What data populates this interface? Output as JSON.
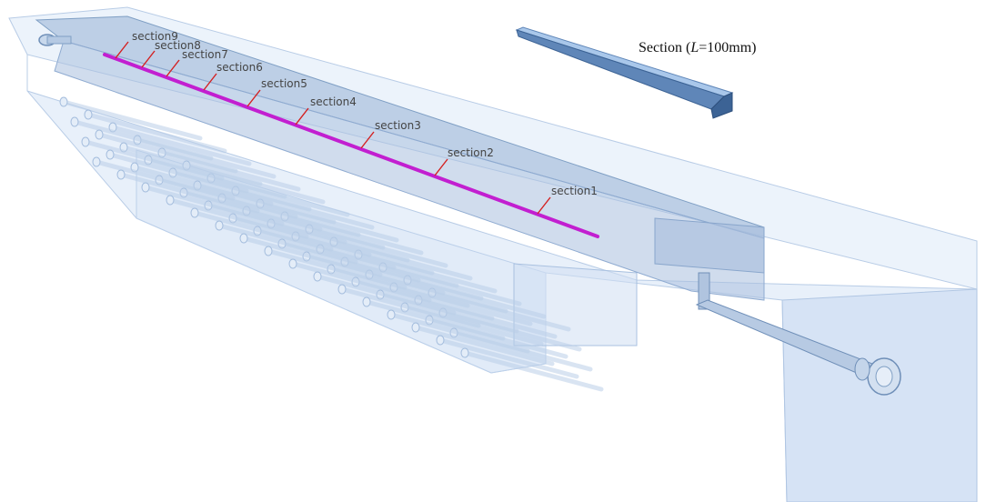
{
  "legend": {
    "prefix": "Section (",
    "variable": "L",
    "suffix": "=100mm)"
  },
  "sections": [
    {
      "label": "section9"
    },
    {
      "label": "section8"
    },
    {
      "label": "section7"
    },
    {
      "label": "section6"
    },
    {
      "label": "section5"
    },
    {
      "label": "section4"
    },
    {
      "label": "section3"
    },
    {
      "label": "section2"
    },
    {
      "label": "section1"
    }
  ],
  "colors": {
    "box_fill": "#d6e4f6",
    "box_edge": "#b8cce6",
    "channel": "#7f9fc4",
    "rail": "#c21fd0",
    "marker": "#d42020",
    "legend_bar_top": "#a9c7ea",
    "legend_bar_side": "#5f86b8",
    "legend_bar_face": "#3c6395"
  }
}
